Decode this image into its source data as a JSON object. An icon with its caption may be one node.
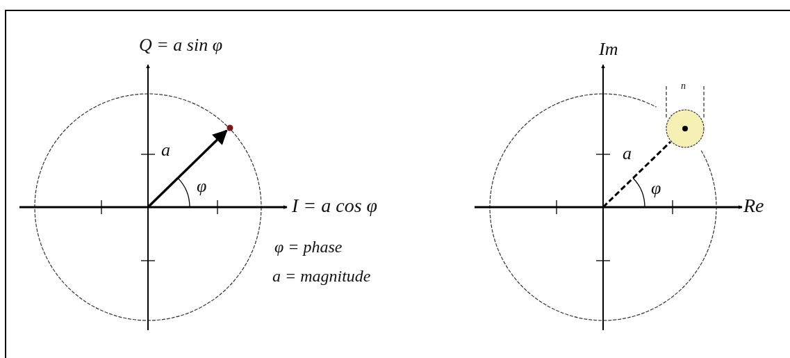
{
  "diagram": {
    "labels": [
      "Q = a sin φ",
      "a",
      "φ",
      "I = a cos φ",
      "φ = phase",
      "a = magnitude",
      "Im",
      "n",
      "a",
      "φ",
      "Re"
    ]
  }
}
